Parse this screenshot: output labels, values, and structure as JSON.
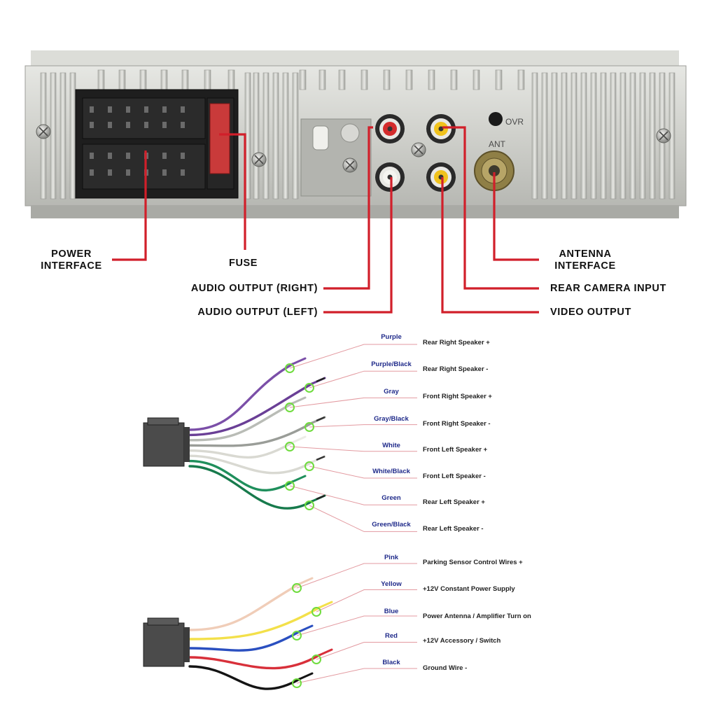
{
  "head_unit": {
    "panel_marks": {
      "ovr": "OVR",
      "ant": "ANT"
    },
    "callouts": {
      "power": [
        "POWER",
        "INTERFACE"
      ],
      "fuse": "FUSE",
      "audio_right": "AUDIO OUTPUT (RIGHT)",
      "audio_left": "AUDIO  OUTPUT (LEFT)",
      "antenna": [
        "ANTENNA",
        "INTERFACE"
      ],
      "rear_camera": "REAR  CAMERA INPUT",
      "video_output": "VIDEO  OUTPUT"
    }
  },
  "speaker_harness": [
    {
      "color_name": "Purple",
      "description": "Rear Right Speaker +",
      "wire_color": "#7b4fa8",
      "stripe": ""
    },
    {
      "color_name": "Purple/Black",
      "description": "Rear Right Speaker -",
      "wire_color": "#6a3f96",
      "stripe": "#222222"
    },
    {
      "color_name": "Gray",
      "description": "Front Right Speaker +",
      "wire_color": "#b9bcb6",
      "stripe": ""
    },
    {
      "color_name": "Gray/Black",
      "description": "Front Right Speaker -",
      "wire_color": "#9a9d98",
      "stripe": "#333333"
    },
    {
      "color_name": "White",
      "description": "Front Left Speaker +",
      "wire_color": "#ecece6",
      "stripe": ""
    },
    {
      "color_name": "White/Black",
      "description": "Front Left Speaker -",
      "wire_color": "#e2e2dc",
      "stripe": "#333333"
    },
    {
      "color_name": "Green",
      "description": "Rear Left Speaker +",
      "wire_color": "#1f8f5c",
      "stripe": ""
    },
    {
      "color_name": "Green/Black",
      "description": "Rear Left Speaker -",
      "wire_color": "#177a4c",
      "stripe": "#222222"
    }
  ],
  "power_harness": [
    {
      "color_name": "Pink",
      "description": "Parking Sensor Control Wires +",
      "wire_color": "#f0cdb8"
    },
    {
      "color_name": "Yellow",
      "description": "+12V Constant Power Supply",
      "wire_color": "#f3e04a"
    },
    {
      "color_name": "Blue",
      "description": "Power Antenna / Amplifier Turn on",
      "wire_color": "#2a4fc0"
    },
    {
      "color_name": "Red",
      "description": "+12V  Accessory / Switch",
      "wire_color": "#d8303a"
    },
    {
      "color_name": "Black",
      "description": "Ground Wire -",
      "wire_color": "#141414"
    }
  ],
  "colors": {
    "leader": "#d11f2a",
    "callout_line": "#e39aa0",
    "connector": "#4b4b4b",
    "marker": "#6fdc3e",
    "label_blue": "#1f2a8a"
  }
}
